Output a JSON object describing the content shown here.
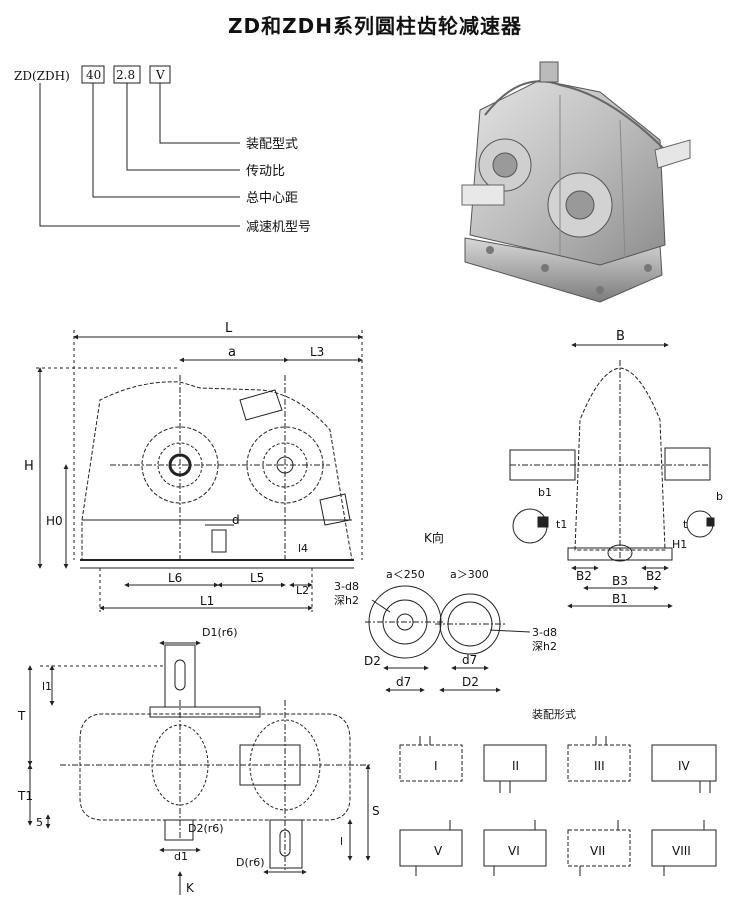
{
  "title": "ZD和ZDH系列圆柱齿轮减速器",
  "model_code": {
    "prefix": "ZD(ZDH)",
    "distance": "40",
    "ratio": "2.8",
    "assembly": "V",
    "legend": [
      "装配型式",
      "传动比",
      "总中心距",
      "减速机型号"
    ]
  },
  "front_view": {
    "L": "L",
    "a": "a",
    "L3": "L3",
    "H": "H",
    "H0": "H0",
    "d": "d",
    "l4": "l4",
    "L6": "L6",
    "L5": "L5",
    "L2": "L2",
    "L1": "L1"
  },
  "side_view": {
    "B": "B",
    "b1": "b1",
    "t1": "t1",
    "b": "b",
    "t": "t",
    "H1": "H1",
    "B2_left": "B2",
    "B3": "B3",
    "B2_right": "B2",
    "B1": "B1"
  },
  "k_view": {
    "title": "K向",
    "a_less": "a＜250",
    "a_more": "a＞300",
    "bolt_left": "3-d8",
    "depth_left": "深h2",
    "bolt_right": "3-d8",
    "depth_right": "深h2",
    "D2_left": "D2",
    "d7_left": "d7",
    "d7_right": "d7",
    "D2_right": "D2"
  },
  "top_view": {
    "D1": "D1(r6)",
    "D2": "D2(r6)",
    "D": "D(r6)",
    "l1": "l1",
    "T": "T",
    "T1": "T1",
    "five": "5",
    "S": "S",
    "l": "l",
    "d1": "d1",
    "K": "K"
  },
  "assembly_forms": {
    "title": "装配形式",
    "items": [
      "I",
      "II",
      "III",
      "IV",
      "V",
      "VI",
      "VII",
      "VIII"
    ]
  }
}
